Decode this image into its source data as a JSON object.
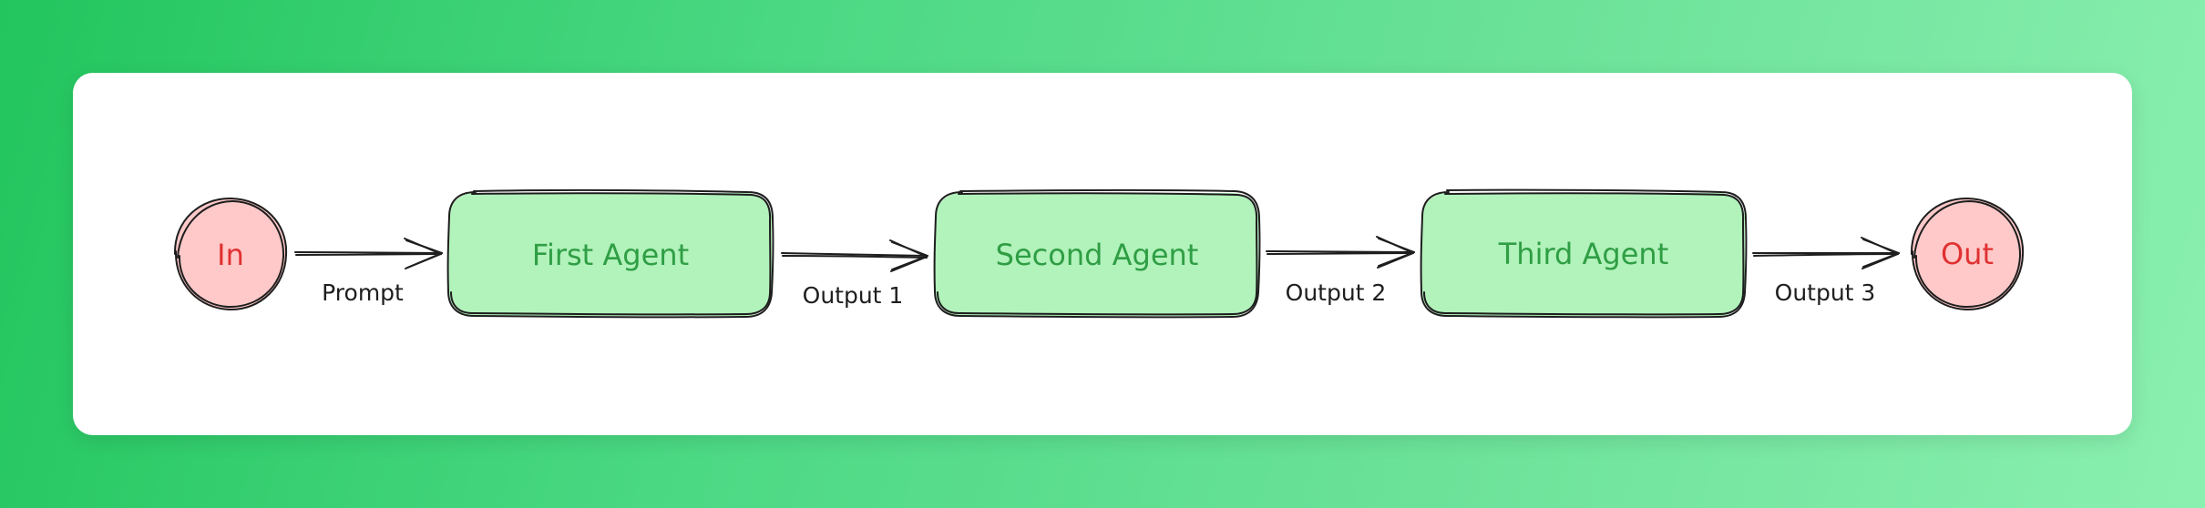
{
  "nodes": {
    "input": {
      "label": "In"
    },
    "agent1": {
      "label": "First Agent"
    },
    "agent2": {
      "label": "Second Agent"
    },
    "agent3": {
      "label": "Third Agent"
    },
    "output": {
      "label": "Out"
    }
  },
  "edges": {
    "e1": {
      "label": "Prompt"
    },
    "e2": {
      "label": "Output 1"
    },
    "e3": {
      "label": "Output 2"
    },
    "e4": {
      "label": "Output 3"
    }
  },
  "colors": {
    "background_gradient": [
      "#22c55e",
      "#8af0b0"
    ],
    "card": "#ffffff",
    "agent_fill": "#b2f2bb",
    "agent_text": "#2f9e44",
    "terminal_fill": "#ffc9c9",
    "terminal_text": "#e03131",
    "stroke": "#1e1e1e"
  }
}
